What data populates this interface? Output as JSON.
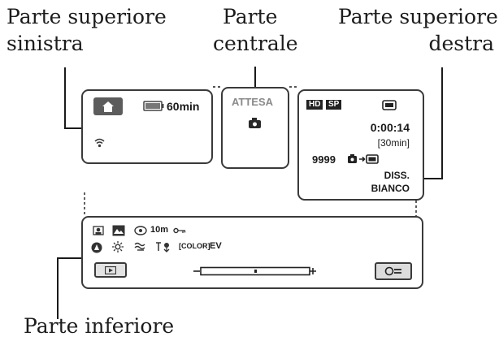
{
  "labels": {
    "top_left": [
      "Parte superiore",
      "sinistra"
    ],
    "center": [
      "Parte",
      "centrale"
    ],
    "top_right": [
      "Parte superiore",
      "destra"
    ],
    "bottom": "Parte inferiore"
  },
  "top_left_panel": {
    "home_icon": "home-icon",
    "battery_icon": "battery-icon",
    "battery_time": "60min",
    "signal_icon": "wireless-signal-icon"
  },
  "center_panel": {
    "status": "ATTESA",
    "icon": "camera-icon"
  },
  "top_right_panel": {
    "format_badge": "HD",
    "quality_badge": "SP",
    "media_icon": "media-icon",
    "counter": "0:00:14",
    "remaining": "[30min]",
    "photo_count": "9999",
    "photo_icons": "camera-to-media-icon",
    "mode_line1": "DISS.",
    "mode_line2": "BIANCO"
  },
  "bottom_panel": {
    "row1_distance": "10m",
    "row2_color": "[COLOR]",
    "row2_ev": "EV",
    "playback_icon": "playback-icon",
    "option_icon": "option-icon",
    "slider_icon": "zoom-slider"
  }
}
